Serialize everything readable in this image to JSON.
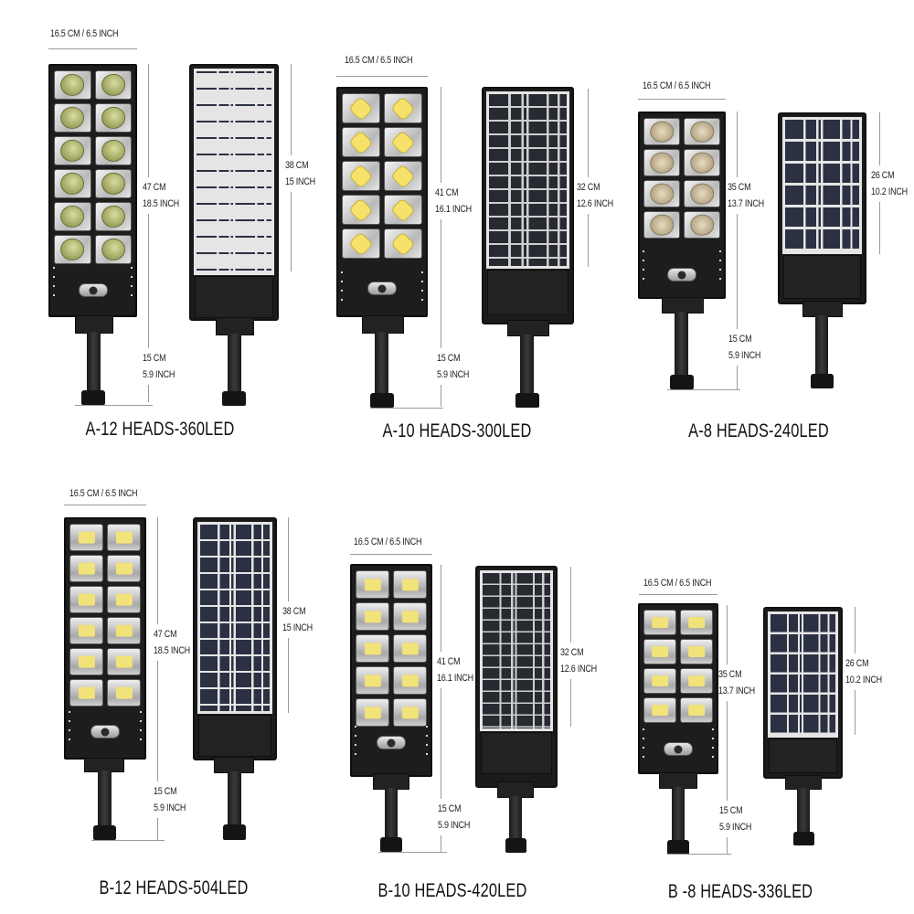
{
  "products": [
    {
      "id": "A-12",
      "title": "A-12 HEADS-360LED",
      "width": "16.5 CM / 6.5 INCH",
      "height_cm": "47 CM",
      "height_in": "18.5 INCH",
      "panel_cm": "38 CM",
      "panel_in": "15 INCH",
      "pole_cm": "15 CM",
      "pole_in": "5.9 INCH",
      "heads": 12,
      "led_style": "round"
    },
    {
      "id": "A-10",
      "title": "A-10 HEADS-300LED",
      "width": "16.5 CM / 6.5 INCH",
      "height_cm": "41 CM",
      "height_in": "16.1 INCH",
      "panel_cm": "32 CM",
      "panel_in": "12.6 INCH",
      "pole_cm": "15 CM",
      "pole_in": "5.9 INCH",
      "heads": 10,
      "led_style": "cob"
    },
    {
      "id": "A-8",
      "title": "A-8 HEADS-240LED",
      "width": "16.5 CM / 6.5 INCH",
      "height_cm": "35 CM",
      "height_in": "13.7 INCH",
      "panel_cm": "26 CM",
      "panel_in": "10.2 INCH",
      "pole_cm": "15 CM",
      "pole_in": "5.9 INCH",
      "heads": 8,
      "led_style": "round"
    },
    {
      "id": "B-12",
      "title": "B-12 HEADS-504LED",
      "width": "16.5 CM / 6.5 INCH",
      "height_cm": "47 CM",
      "height_in": "18.5 INCH",
      "panel_cm": "38 CM",
      "panel_in": "15 INCH",
      "pole_cm": "15 CM",
      "pole_in": "5.9 INCH",
      "heads": 12,
      "led_style": "square"
    },
    {
      "id": "B-10",
      "title": "B-10 HEADS-420LED",
      "width": "16.5 CM / 6.5 INCH",
      "height_cm": "41 CM",
      "height_in": "16.1 INCH",
      "panel_cm": "32 CM",
      "panel_in": "12.6 INCH",
      "pole_cm": "15 CM",
      "pole_in": "5.9 INCH",
      "heads": 10,
      "led_style": "square"
    },
    {
      "id": "B-8",
      "title": "B -8 HEADS-336LED",
      "width": "16.5 CM / 6.5 INCH",
      "height_cm": "35 CM",
      "height_in": "13.7 INCH",
      "panel_cm": "26 CM",
      "panel_in": "10.2 INCH",
      "pole_cm": "15 CM",
      "pole_in": "5.9 INCH",
      "heads": 8,
      "led_style": "square"
    }
  ],
  "colors": {
    "body": "#1d1d1d",
    "panel_cell": "#2b3142",
    "panel_frame": "#e5e5e5",
    "led_cob": "#f6e26b",
    "led_round": "#9aa15b",
    "led_square": "#f2e27a",
    "dim_line": "#9a9a9a"
  }
}
